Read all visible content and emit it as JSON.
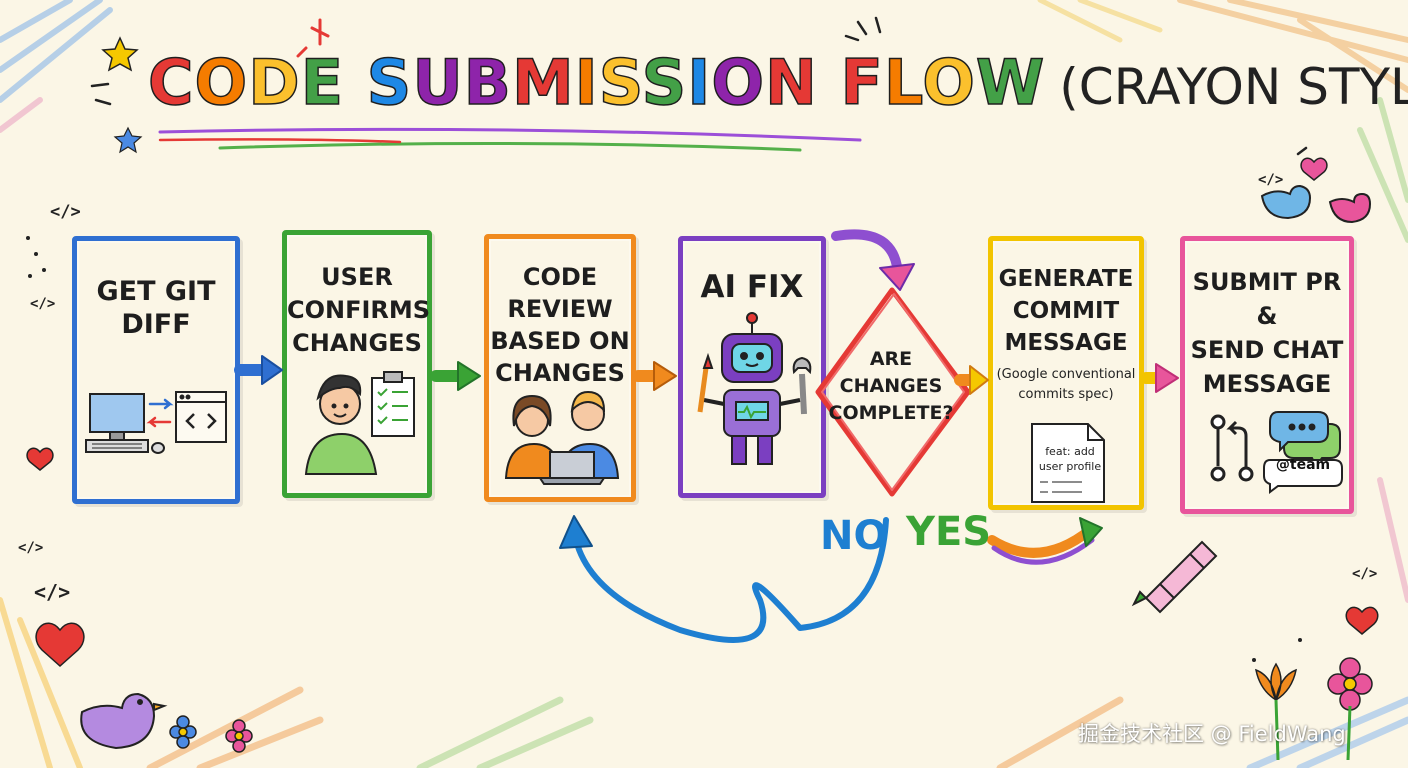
{
  "title": {
    "main": "CODE SUBMISSION FLOW",
    "sub": "(CRAYON STYLE)",
    "letter_colors": [
      "#e53935",
      "#f57c00",
      "#fbc02d",
      "#43a047",
      "#1e88e5",
      "#8e24aa",
      "#8e24aa",
      "#e53935",
      "#f57c00",
      "#fbc02d",
      "#43a047",
      "#1e88e5",
      "#8e24aa",
      "#e53935",
      "#e53935",
      "#f57c00",
      "#fbc02d",
      "#43a047",
      "#8e24aa",
      "#1e88e5"
    ]
  },
  "steps": [
    {
      "id": "get-git-diff",
      "label": "GET GIT\nDIFF",
      "color": "#2f6fd1",
      "icons": [
        "computer-icon",
        "code-window-icon",
        "swap-arrows-icon"
      ]
    },
    {
      "id": "user-confirms",
      "label": "USER\nCONFIRMS\nCHANGES",
      "color": "#3aa335",
      "icons": [
        "user-icon",
        "checklist-icon"
      ]
    },
    {
      "id": "code-review",
      "label": "CODE\nREVIEW\nBASED ON\nCHANGES",
      "color": "#f08a1e",
      "icons": [
        "reviewers-icon",
        "laptop-icon"
      ]
    },
    {
      "id": "ai-fix",
      "label": "AI FIX",
      "color": "#7b3fc1",
      "icons": [
        "robot-icon",
        "wrench-icon",
        "paintbrush-icon"
      ]
    },
    {
      "id": "generate-commit",
      "label": "GENERATE\nCOMMIT\nMESSAGE",
      "note": "(Google conventional\ncommits spec)",
      "doc_text": "feat: add\nuser profile",
      "color": "#f2c400",
      "icons": [
        "document-icon"
      ]
    },
    {
      "id": "submit-pr",
      "label": "SUBMIT PR\n&\nSEND CHAT\nMESSAGE",
      "team_text": "@team",
      "color": "#e8559b",
      "icons": [
        "pull-request-icon",
        "chat-bubble-icon"
      ]
    }
  ],
  "decision": {
    "label": "ARE\nCHANGES\nCOMPLETE?",
    "color": "#e53935",
    "no_label": "NO",
    "no_color": "#1e7fd1",
    "yes_label": "YES",
    "yes_color": "#3aa335"
  },
  "decorations": {
    "code_tag": "</>"
  },
  "watermark": "掘金技术社区 @ FieldWang"
}
